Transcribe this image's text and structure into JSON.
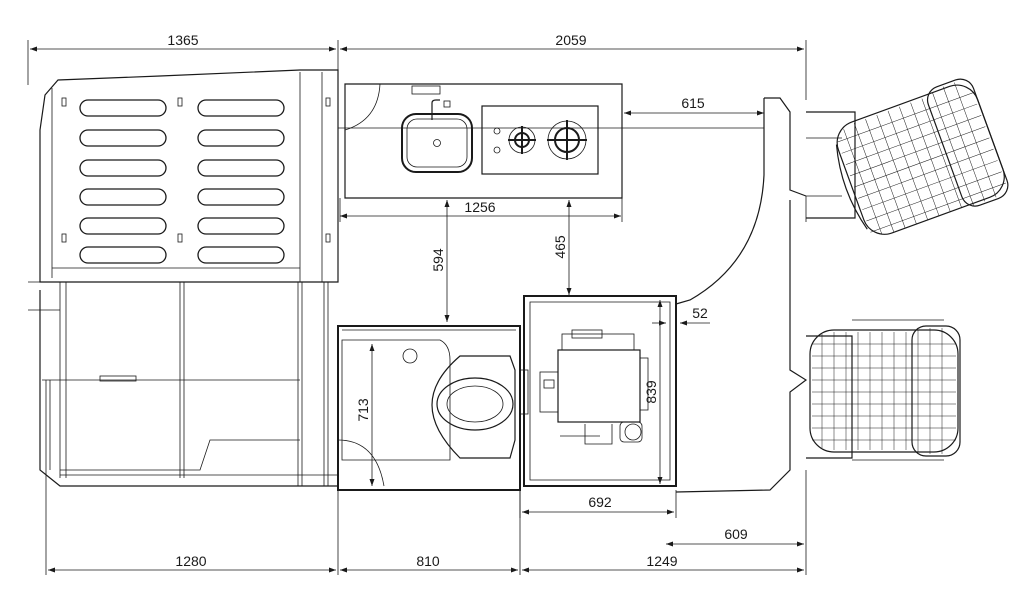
{
  "dimensions": {
    "top_left": "1365",
    "top_right": "2059",
    "counter_to_wall": "615",
    "counter_length": "1256",
    "aisle_left": "594",
    "aisle_right": "465",
    "wall_gap": "52",
    "wc_depth": "713",
    "shower_depth": "839",
    "shower_width": "692",
    "door_gap": "609",
    "bottom_left": "1280",
    "bottom_middle": "810",
    "bottom_right": "1249"
  }
}
